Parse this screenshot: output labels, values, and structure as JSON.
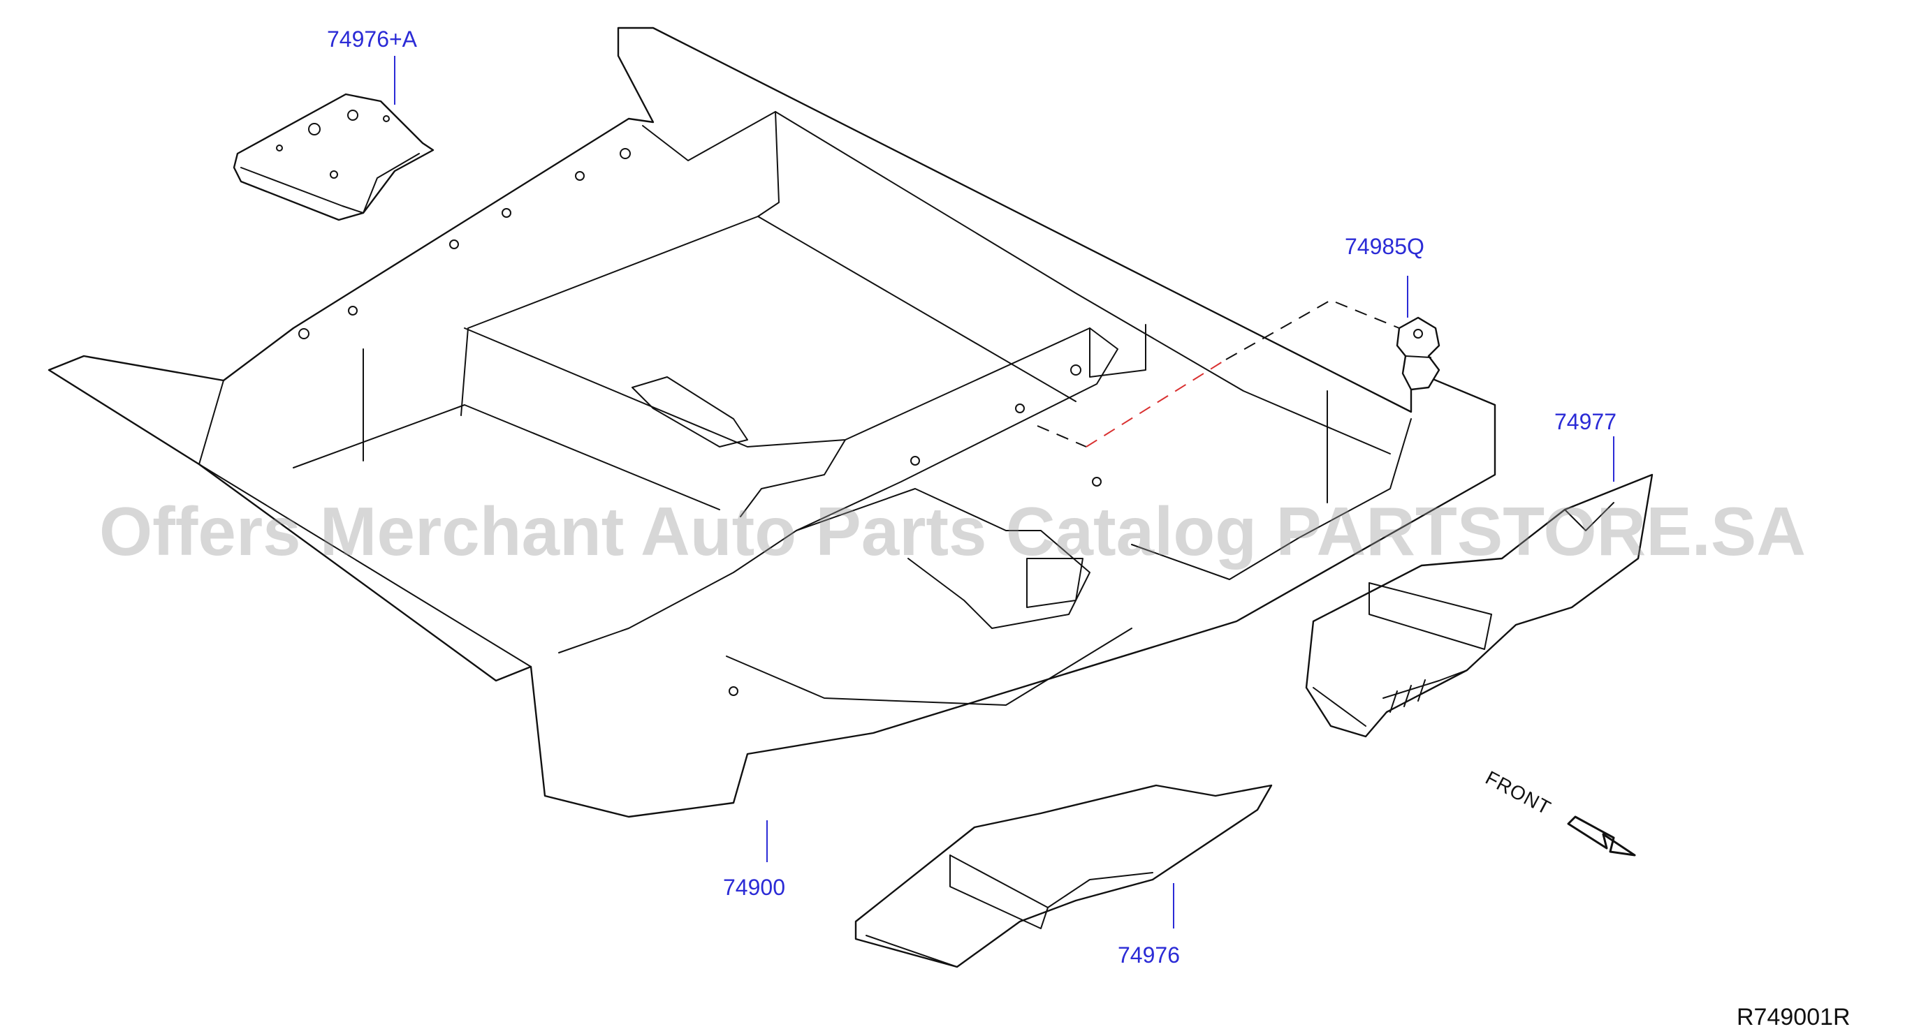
{
  "callouts": {
    "part_74976_a": "74976+A",
    "part_74985q": "74985Q",
    "part_74977": "74977",
    "part_74900": "74900",
    "part_74976": "74976"
  },
  "direction_label": "FRONT",
  "figure_code": "R749001R",
  "watermark": "Offers Merchant Auto Parts Catalog PARTSTORE.SA",
  "colors": {
    "callout_text": "#2b2bd6",
    "line_art": "#111111",
    "clip_dashed_line": "#d93030",
    "watermark": "#969696"
  }
}
